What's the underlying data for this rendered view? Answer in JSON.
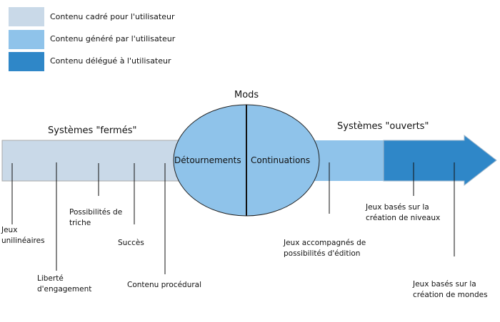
{
  "legend": [
    {
      "label": "Contenu cadré pour l'utilisateur",
      "color": "#c9d9e8"
    },
    {
      "label": "Contenu généré par l'utilisateur",
      "color": "#8fc3ea"
    },
    {
      "label": "Contenu délégué à l'utilisateur",
      "color": "#2f87c8"
    }
  ],
  "titles": {
    "mods": "Mods",
    "closed": "Systèmes \"fermés\"",
    "open": "Systèmes \"ouverts\""
  },
  "ellipse": {
    "left": "Détournements",
    "right": "Continuations"
  },
  "labels": {
    "l1": "Jeux\nunilinéaires",
    "l2": "Liberté\nd'engagement",
    "l3": "Possibilités de\ntriche",
    "l4": "Succès",
    "l5": "Contenu procédural",
    "l6": "Jeux accompagnés de\npossibilités d'édition",
    "l7": "Jeux basés sur la\ncréation de niveaux",
    "l8": "Jeux basés sur la\ncréation de mondes"
  }
}
